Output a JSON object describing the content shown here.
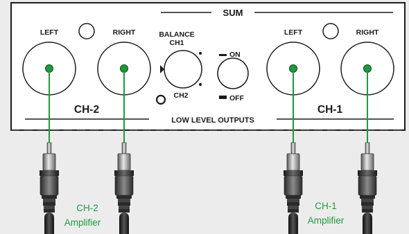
{
  "panel": {
    "sum_label": "SUM",
    "balance_label": "BALANCE",
    "ch1_label": "CH1",
    "ch2_label": "CH2",
    "on_label": "ON",
    "off_label": "OFF",
    "low_level_outputs_label": "LOW LEVEL OUTPUTS"
  },
  "channels": {
    "ch2": {
      "name": "CH-2",
      "left_label": "LEFT",
      "right_label": "RIGHT"
    },
    "ch1": {
      "name": "CH-1",
      "left_label": "LEFT",
      "right_label": "RIGHT"
    }
  },
  "amplifiers": {
    "ch2": {
      "line1": "CH-2",
      "line2": "Amplifier"
    },
    "ch1": {
      "line1": "CH-1",
      "line2": "Amplifier"
    }
  },
  "colors": {
    "background": "#ececed",
    "panel": "#ffffff",
    "outline": "#1a1a1a",
    "wire": "#1e9a3c",
    "jack_dot": "#1e9a3c"
  }
}
